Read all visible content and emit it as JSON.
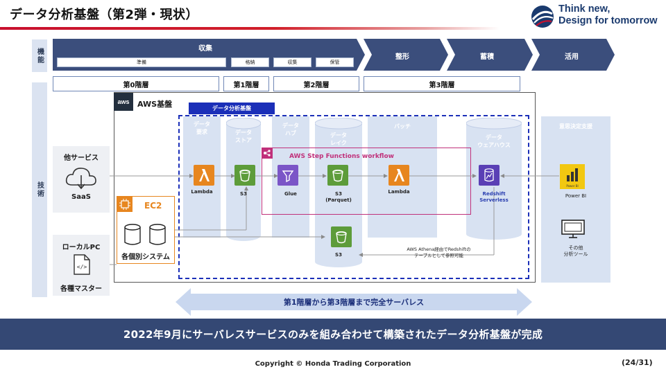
{
  "header": {
    "title": "データ分析基盤（第2弾・現状）",
    "logo_line1": "Think new,",
    "logo_line2": "Design for tomorrow"
  },
  "rows": {
    "function": "機能",
    "tech": "技術"
  },
  "phases": {
    "collect": "収集",
    "collect_sub": [
      "準備",
      "格納",
      "収集",
      "保管"
    ],
    "shape": "整形",
    "store": "蓄積",
    "use": "活用"
  },
  "layers": [
    "第0階層",
    "第1階層",
    "第2階層",
    "第3階層"
  ],
  "aws": {
    "badge": "aws",
    "title": "AWS基盤",
    "platform_label": "データ分析基盤"
  },
  "columns": {
    "request": "データ\n要求",
    "store": "データ\nストア",
    "hub": "データ\nハブ",
    "lake": "データ\nレイク",
    "batch": "バッチ",
    "warehouse": "データ\nウェアハウス",
    "decision": "意思決定支援"
  },
  "step_functions": "AWS Step Functions workflow",
  "services": {
    "lambda1": "Lambda",
    "s3_store": "S3",
    "glue": "Glue",
    "s3_lake": "S3\n(Parquet)",
    "lambda2": "Lambda",
    "redshift": "Redshift\nServerless",
    "s3_bottom": "S3",
    "powerbi": "Power BI",
    "powerbi_icon": "Power BI",
    "other_tools": "その他\n分析ツール"
  },
  "athena_note": "AWS Athena経由でRedshiftの\nテーブルとして参照可能",
  "sources": {
    "other_service": "他サービス",
    "saas": "SaaS",
    "local_pc": "ローカルPC",
    "masters": "各種マスター",
    "ec2": "EC2",
    "systems": "各個別システム"
  },
  "serverless_banner": "第1階層から第3階層まで完全サーバレス",
  "footer_message": "2022年9月にサーバレスサービスのみを組み合わせて構築されたデータ分析基盤が完成",
  "copyright": "Copyright © Honda Trading Corporation",
  "page_number": "(24/31)",
  "colors": {
    "navy": "#344874",
    "chevron": "#3b4e7c",
    "accent_red": "#c8102e",
    "lambda_orange": "#e7861f",
    "s3_green": "#5d9c3a",
    "glue_purple": "#7b55c7",
    "redshift_purple": "#5a3fb5",
    "step_magenta": "#c0307a",
    "dashed_blue": "#1b2fb8"
  }
}
